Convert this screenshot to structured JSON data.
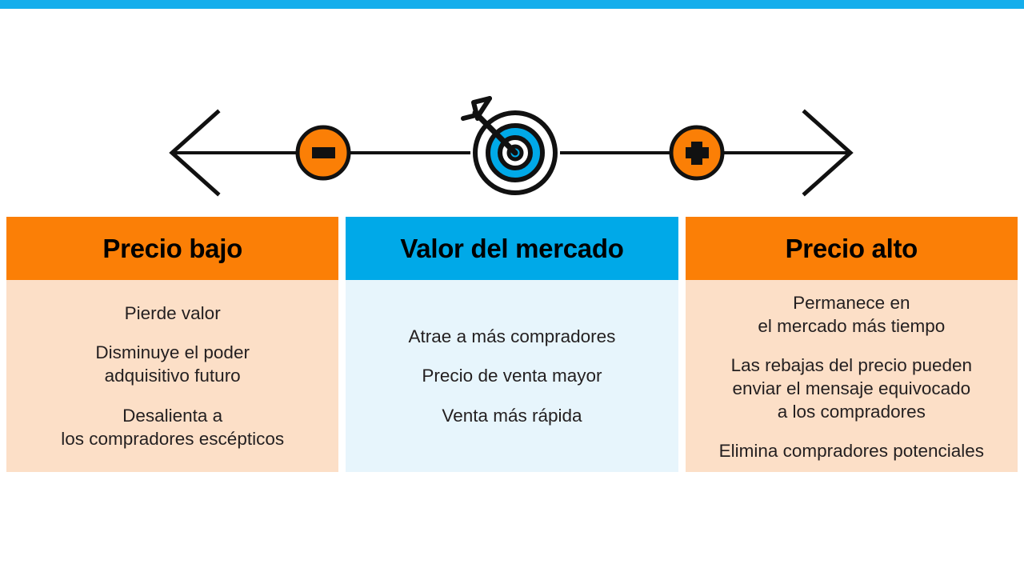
{
  "theme": {
    "accent_blue": "#14aeec",
    "header_blue": "#00a9e8",
    "header_orange": "#fb7f06",
    "body_orange_tint": "#fcdfc7",
    "body_blue_tint": "#e7f5fc",
    "text_black": "#231f20"
  },
  "top_bar": {
    "color": "#14aeec"
  },
  "spectrum": {
    "left_arrow": "left-arrow-head",
    "right_arrow": "right-arrow-head",
    "minus_marker": {
      "symbol": "-",
      "fill": "#fb7f06",
      "stroke": "#000000"
    },
    "plus_marker": {
      "symbol": "+",
      "fill": "#fb7f06",
      "stroke": "#000000"
    },
    "target_marker": {
      "icon": "target-bullseye-with-arrow",
      "ring_color": "#00a9e8",
      "outline_color": "#000000"
    }
  },
  "columns": [
    {
      "theme": "orange",
      "header": "Precio bajo",
      "align": "center",
      "bullets": [
        "Pierde valor",
        "Disminuye el poder\nadquisitivo futuro",
        "Desalienta a\nlos compradores escépticos"
      ]
    },
    {
      "theme": "blue",
      "header": "Valor del mercado",
      "align": "center",
      "bullets": [
        "Atrae a más compradores",
        "Precio de venta mayor",
        "Venta más rápida"
      ]
    },
    {
      "theme": "orange",
      "header": "Precio alto",
      "align": "top",
      "bullets": [
        "Permanece en\nel mercado más tiempo",
        "Las rebajas del precio pueden\nenviar el mensaje equivocado\na los compradores",
        "Elimina compradores potenciales"
      ]
    }
  ]
}
